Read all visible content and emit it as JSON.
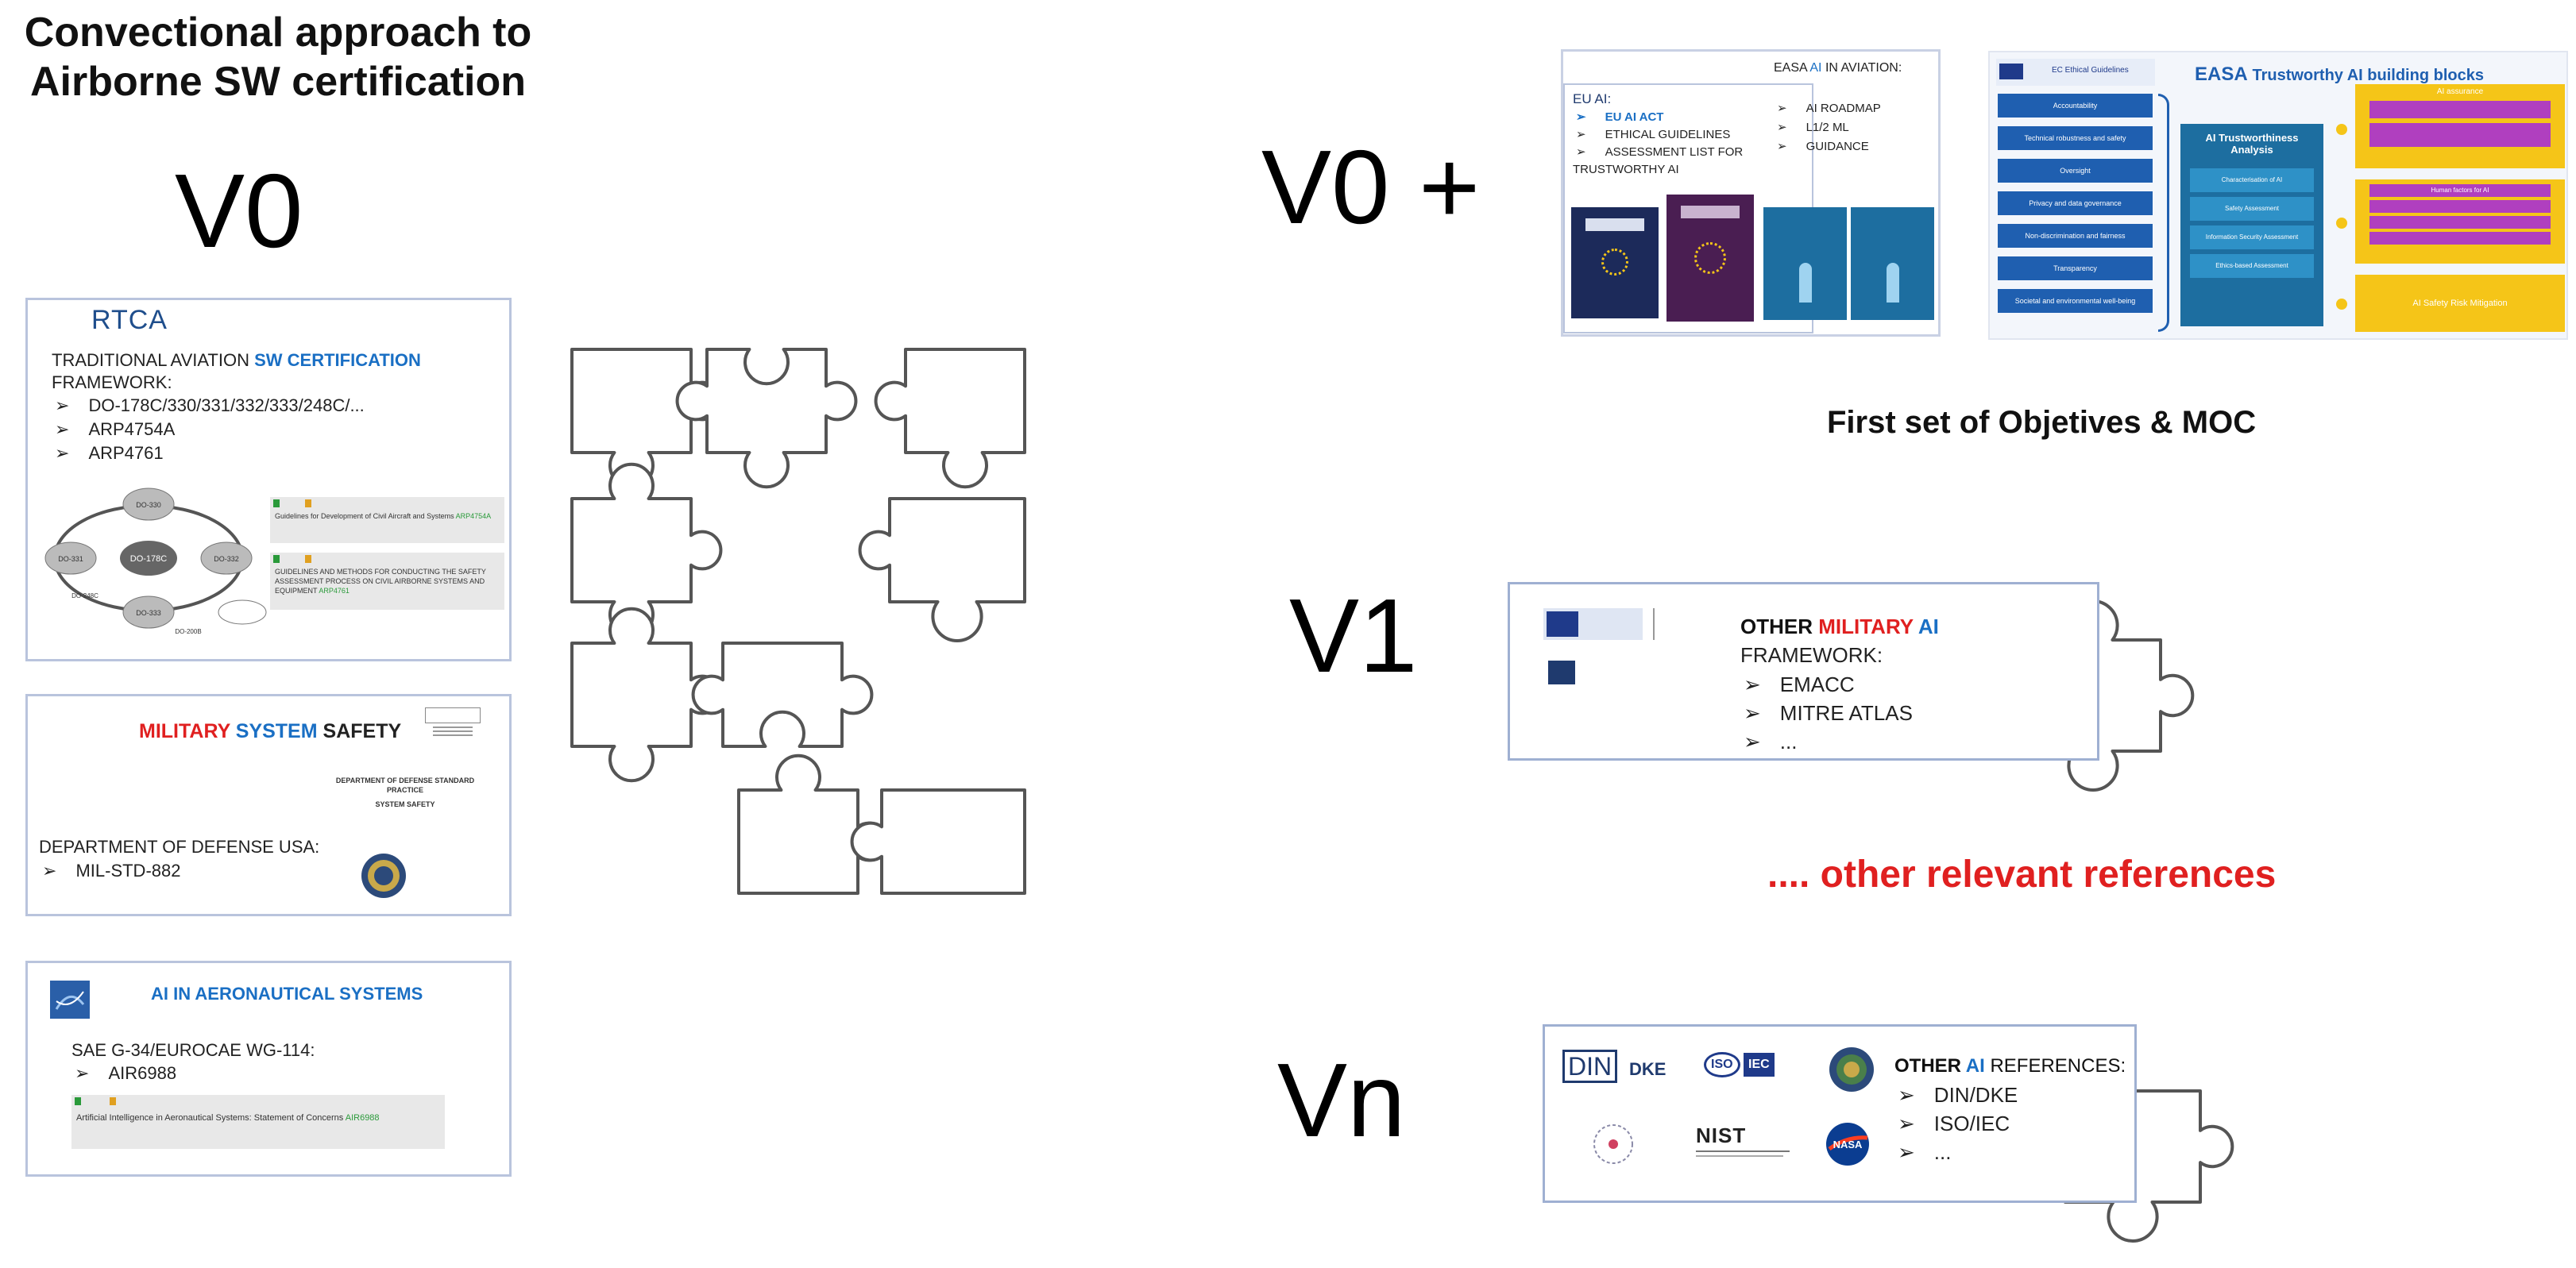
{
  "left": {
    "headline_line1": "Convectional approach to",
    "headline_line2": "Airborne  SW certification",
    "version": "V0",
    "rtca_card": {
      "logo": "RTCA",
      "title_prefix": "TRADITIONAL AVIATION",
      "title_highlight": "SW CERTIFICATION",
      "framework": "FRAMEWORK:",
      "items": [
        "DO-178C/330/331/332/333/248C/...",
        "ARP4754A",
        "ARP4761"
      ],
      "note1_text": "Guidelines for Development of Civil Aircraft and Systems",
      "note1_code": "ARP4754A",
      "note2_text": "GUIDELINES AND METHODS FOR CONDUCTING THE SAFETY ASSESSMENT PROCESS ON CIVIL AIRBORNE SYSTEMS AND EQUIPMENT",
      "note2_code": "ARP4761",
      "diagram_center": "DO-178C",
      "diagram_nodes": [
        "DO-330",
        "DO-331",
        "DO-332",
        "DO-333"
      ],
      "diagram_labels": [
        "DO-248C",
        "DO-200B"
      ]
    },
    "military_card": {
      "word1": "MILITARY",
      "word2": "SYSTEM",
      "word3": "SAFETY",
      "dept": "DEPARTMENT OF DEFENSE USA:",
      "items": [
        "MIL-STD-882"
      ],
      "doc_caption": "DEPARTMENT OF DEFENSE STANDARD PRACTICE",
      "doc_sub": "SYSTEM SAFETY"
    },
    "ai_card": {
      "title": "AI IN AERONAUTICAL SYSTEMS",
      "org": "SAE G-34/EUROCAE WG-114:",
      "items": [
        "AIR6988"
      ],
      "note_text": "Artificial Intelligence in Aeronautical Systems: Statement of Concerns",
      "note_code": "AIR6988"
    }
  },
  "right": {
    "v0plus": {
      "version": "V0 +",
      "eu_header": "EU AI:",
      "eu_items": [
        "EU AI ACT",
        "ETHICAL GUIDELINES",
        "ASSESSMENT LIST FOR TRUSTWORTHY AI"
      ],
      "easa_header_prefix": "EASA",
      "easa_header_hl": "AI",
      "easa_header_suffix": "IN AVIATION:",
      "easa_items": [
        "AI ROADMAP",
        "L1/2 ML",
        "GUIDANCE"
      ],
      "building_blocks_title": "Trustworthy AI building blocks",
      "easa_logo": "EASA",
      "ec_guidelines": "EC Ethical Guidelines",
      "ec_list": [
        "Accountability",
        "Technical robustness and safety",
        "Oversight",
        "Privacy and data governance",
        "Non-discrimination and fairness",
        "Transparency",
        "Societal and environmental well-being"
      ],
      "center_block": "AI Trustworthiness Analysis",
      "center_items": [
        "Characterisation of AI",
        "Safety Assessment",
        "Information Security Assessment",
        "Ethics-based Assessment"
      ],
      "right_blocks": [
        "AI assurance",
        "Human factors for AI",
        "AI Safety Risk Mitigation"
      ],
      "caption": "First set of Objetives & MOC"
    },
    "v1": {
      "version": "V1",
      "other": "OTHER",
      "military": "MILITARY",
      "ai": "AI",
      "framework": "FRAMEWORK:",
      "items": [
        "EMACC",
        "MITRE ATLAS",
        "..."
      ]
    },
    "other_refs": ".... other relevant references",
    "vn": {
      "version": "Vn",
      "other": "OTHER",
      "ai": "AI",
      "refs": "REFERENCES:",
      "items": [
        "DIN/DKE",
        "ISO/IEC",
        "..."
      ],
      "logos": [
        "DIN",
        "DKE",
        "ISO",
        "IEC",
        "NIST",
        "NASA"
      ]
    }
  },
  "colors": {
    "card_border": "#b9c4dd",
    "accent_blue": "#1a6fc4",
    "accent_red": "#e02020",
    "easa_blue": "#1f5fb0",
    "easa_yellow": "#f5c518"
  },
  "icons": [
    "puzzle-piece-icon",
    "dod-seal-icon",
    "nasa-logo-icon",
    "eurocae-logo-icon"
  ]
}
